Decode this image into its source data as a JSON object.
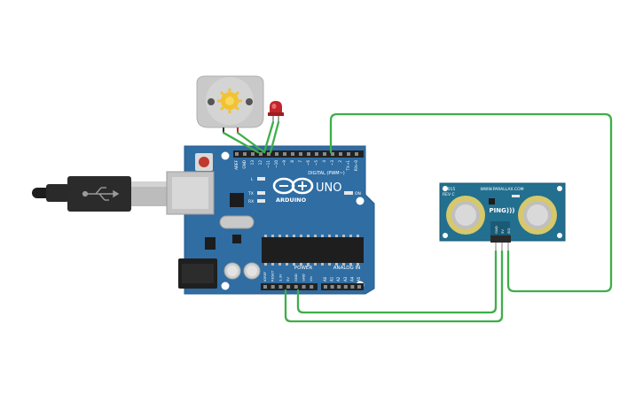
{
  "colors": {
    "background": "#ffffff",
    "board_blue": "#2f6da3",
    "board_dark": "#1f5383",
    "wire_green": "#3fae49",
    "usb_black": "#2b2b2b",
    "led_red": "#c0262b",
    "sensor_blue": "#236f8f",
    "transducer_yellow": "#d6c86b"
  },
  "arduino": {
    "brand": "ARDUINO",
    "model": "UNO",
    "digital_header": "DIGITAL (PWM~)",
    "power_header": "POWER",
    "analog_header": "ANALOG IN",
    "on_label": "ON",
    "l_label": "L",
    "tx_label": "TX",
    "rx_label": "RX",
    "digital_pins": [
      "AREF",
      "GND",
      "13",
      "12",
      "~11",
      "~10",
      "~9",
      "8",
      "7",
      "~6",
      "~5",
      "4",
      "~3",
      "2",
      "TX→1",
      "RX←0"
    ],
    "power_pins": [
      "IOREF",
      "RESET",
      "3.3V",
      "5V",
      "GND",
      "GND",
      "Vin"
    ],
    "analog_pins": [
      "A0",
      "A1",
      "A2",
      "A3",
      "A4",
      "A5"
    ]
  },
  "sensor": {
    "model": "28015",
    "revision": "REV C",
    "website": "WWW.PARALLAX.COM",
    "name": "PING)))",
    "pins": [
      "GND",
      "5V",
      "SIG"
    ]
  },
  "components": {
    "motor": "dc-motor",
    "led": "red-led",
    "usb": "usb-cable"
  }
}
